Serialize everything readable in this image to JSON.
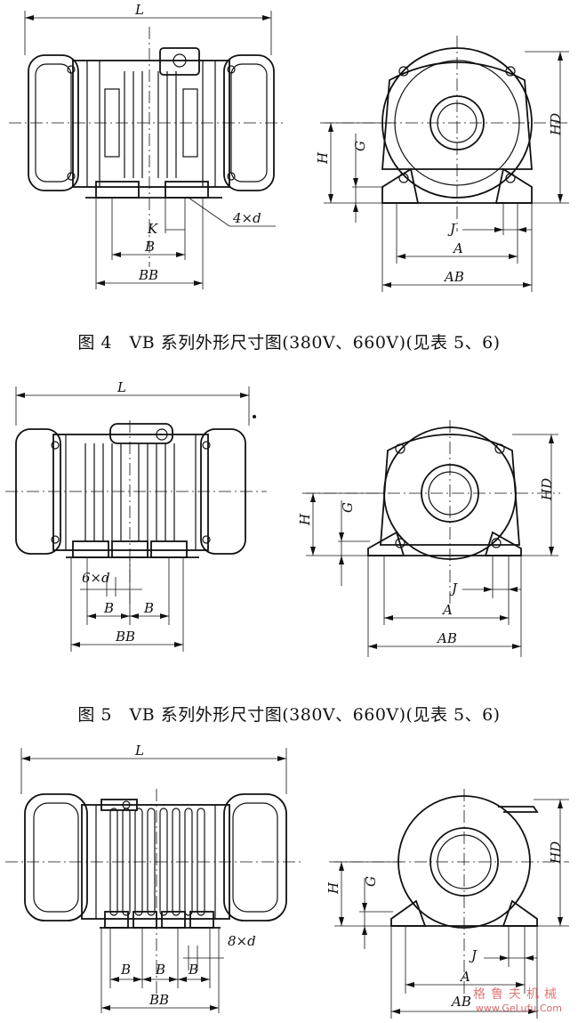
{
  "figures": [
    {
      "caption": "图 4　VB 系列外形尺寸图(380V、660V)(见表 5、6)",
      "side_labels": {
        "L": "L",
        "K": "K",
        "B": "B",
        "BB": "BB",
        "holes": "4×d"
      },
      "front_labels": {
        "H": "H",
        "G": "G",
        "HD": "HD",
        "J": "J",
        "A": "A",
        "AB": "AB"
      }
    },
    {
      "caption": "图 5　VB 系列外形尺寸图(380V、660V)(见表 5、6)",
      "side_labels": {
        "L": "L",
        "holes": "6×d",
        "B1": "B",
        "B2": "B",
        "BB": "BB"
      },
      "front_labels": {
        "H": "H",
        "G": "G",
        "HD": "HD",
        "J": "J",
        "A": "A",
        "AB": "AB"
      }
    },
    {
      "caption": "",
      "side_labels": {
        "L": "L",
        "holes": "8×d",
        "B1": "B",
        "B2": "B",
        "B3": "B",
        "BB": "BB"
      },
      "front_labels": {
        "H": "H",
        "G": "G",
        "HD": "HD",
        "J": "J",
        "A": "A",
        "AB": "AB"
      }
    }
  ],
  "watermark": {
    "text_cn": "格鲁夫机械",
    "url": "www.GeLufu.Com",
    "color": "#e07a7a"
  }
}
